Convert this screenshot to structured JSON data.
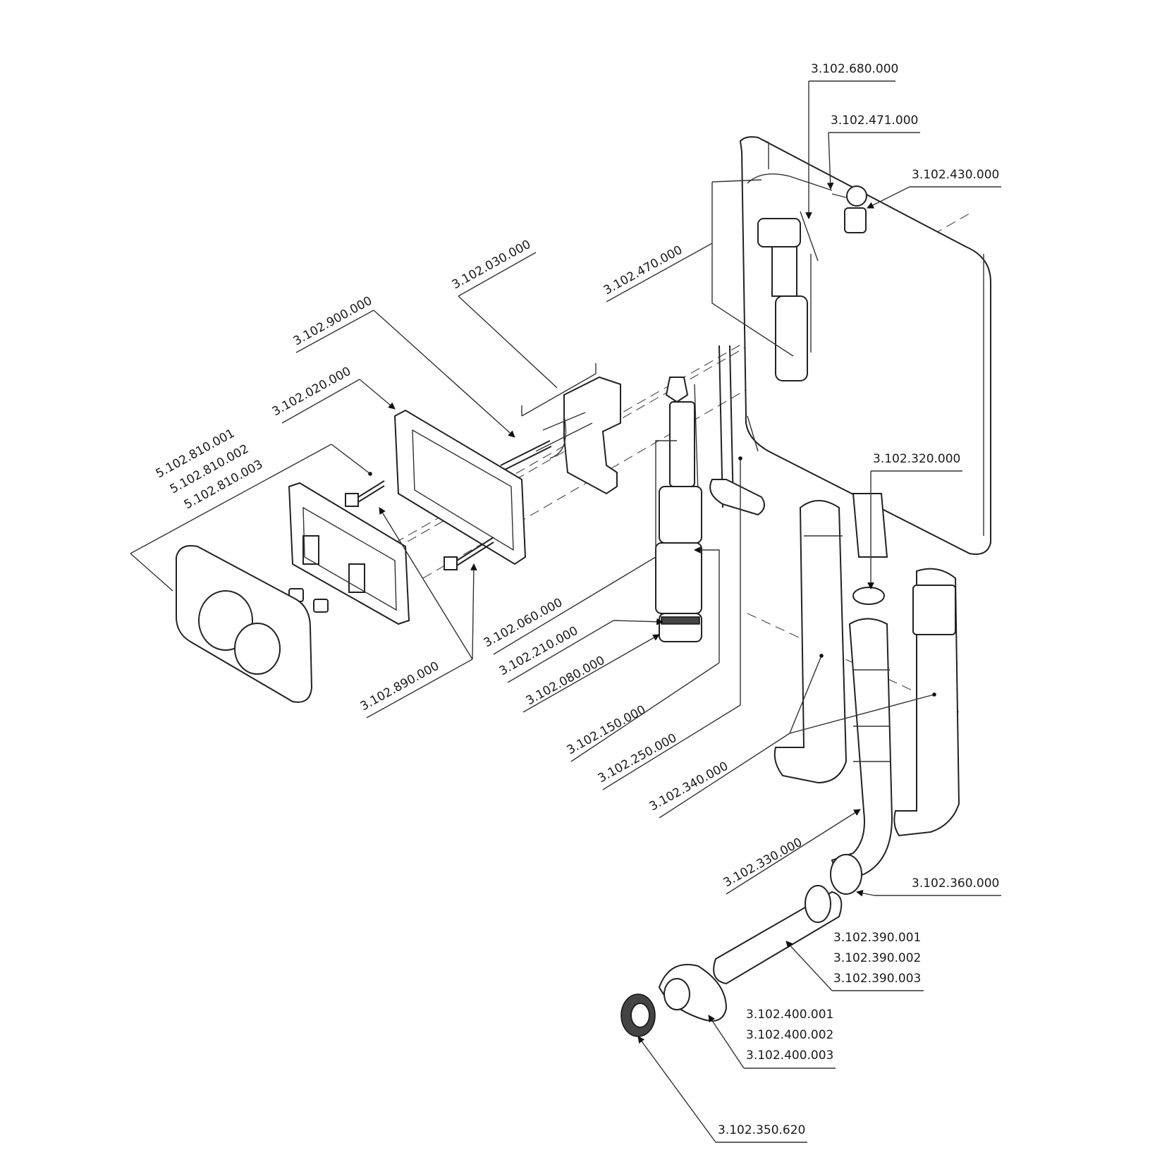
{
  "diagram": {
    "labels": {
      "p680": "3.102.680.000",
      "p471": "3.102.471.000",
      "p430": "3.102.430.000",
      "p470": "3.102.470.000",
      "p030": "3.102.030.000",
      "p900": "3.102.900.000",
      "p020": "3.102.020.000",
      "p810a": "5.102.810.001",
      "p810b": "5.102.810.002",
      "p810c": "5.102.810.003",
      "p320": "3.102.320.000",
      "p060": "3.102.060.000",
      "p210": "3.102.210.000",
      "p080": "3.102.080.000",
      "p150": "3.102.150.000",
      "p250": "3.102.250.000",
      "p340": "3.102.340.000",
      "p890": "3.102.890.000",
      "p330": "3.102.330.000",
      "p360": "3.102.360.000",
      "p390a": "3.102.390.001",
      "p390b": "3.102.390.002",
      "p390c": "3.102.390.003",
      "p400a": "3.102.400.001",
      "p400b": "3.102.400.002",
      "p400c": "3.102.400.003",
      "p350": "3.102.350.620"
    }
  }
}
